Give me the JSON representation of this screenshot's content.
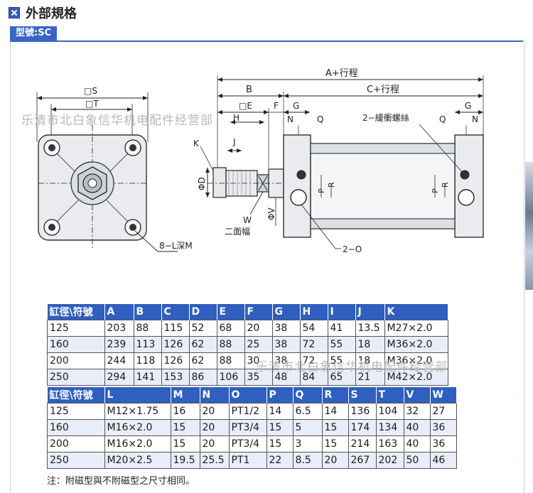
{
  "header": {
    "title": "外部規格",
    "icon": "checkbox-x-icon"
  },
  "model_tab": "型號:SC",
  "watermark": "乐清市北白象信华机电配件经营部",
  "watermark_partial": "乐清市北白象信华机电配件经营部",
  "drawing": {
    "labels": {
      "S": "□S",
      "T": "□T",
      "K": "K",
      "J": "J",
      "D": "ΦD",
      "V": "ΦV",
      "W": "W",
      "two_face": "二面幅",
      "L": "8−L深M",
      "A": "A+行程",
      "B": "B",
      "C": "C+行程",
      "E": "□E",
      "F": "F",
      "H": "H",
      "G": "G",
      "N": "N",
      "Q": "Q",
      "P": "P",
      "R": "R",
      "buffer": "2−緩衝螺絲",
      "O": "2−O"
    }
  },
  "table1": {
    "headers": [
      "缸徑\\符號",
      "A",
      "B",
      "C",
      "D",
      "E",
      "F",
      "G",
      "H",
      "I",
      "J",
      "K"
    ],
    "rows": [
      [
        "125",
        "203",
        "88",
        "115",
        "52",
        "68",
        "20",
        "38",
        "54",
        "41",
        "13.5",
        "M27×2.0"
      ],
      [
        "160",
        "239",
        "113",
        "126",
        "62",
        "88",
        "25",
        "38",
        "72",
        "55",
        "18",
        "M36×2.0"
      ],
      [
        "200",
        "244",
        "118",
        "126",
        "62",
        "88",
        "30",
        "38",
        "72",
        "55",
        "18",
        "M36×2.0"
      ],
      [
        "250",
        "294",
        "141",
        "153",
        "86",
        "106",
        "35",
        "48",
        "84",
        "65",
        "21",
        "M42×2.0"
      ]
    ]
  },
  "table2": {
    "headers": [
      "缸徑\\符號",
      "L",
      "M",
      "N",
      "O",
      "P",
      "Q",
      "R",
      "S",
      "T",
      "V",
      "W"
    ],
    "rows": [
      [
        "125",
        "M12×1.75",
        "16",
        "20",
        "PT1/2",
        "14",
        "6.5",
        "14",
        "136",
        "104",
        "32",
        "27"
      ],
      [
        "160",
        "M16×2.0",
        "15",
        "20",
        "PT3/4",
        "15",
        "5",
        "15",
        "174",
        "134",
        "40",
        "36"
      ],
      [
        "200",
        "M16×2.0",
        "15",
        "20",
        "PT3/4",
        "15",
        "3",
        "15",
        "214",
        "163",
        "40",
        "36"
      ],
      [
        "250",
        "M20×2.5",
        "19.5",
        "25.5",
        "PT1",
        "22",
        "8.5",
        "20",
        "267",
        "202",
        "50",
        "46"
      ]
    ]
  },
  "note": "注：附磁型與不附磁型之尺寸相同。",
  "colors": {
    "accent": "#2f5fbf",
    "row_alt": "#e7eef9",
    "part_fill": "#e9ebee"
  }
}
